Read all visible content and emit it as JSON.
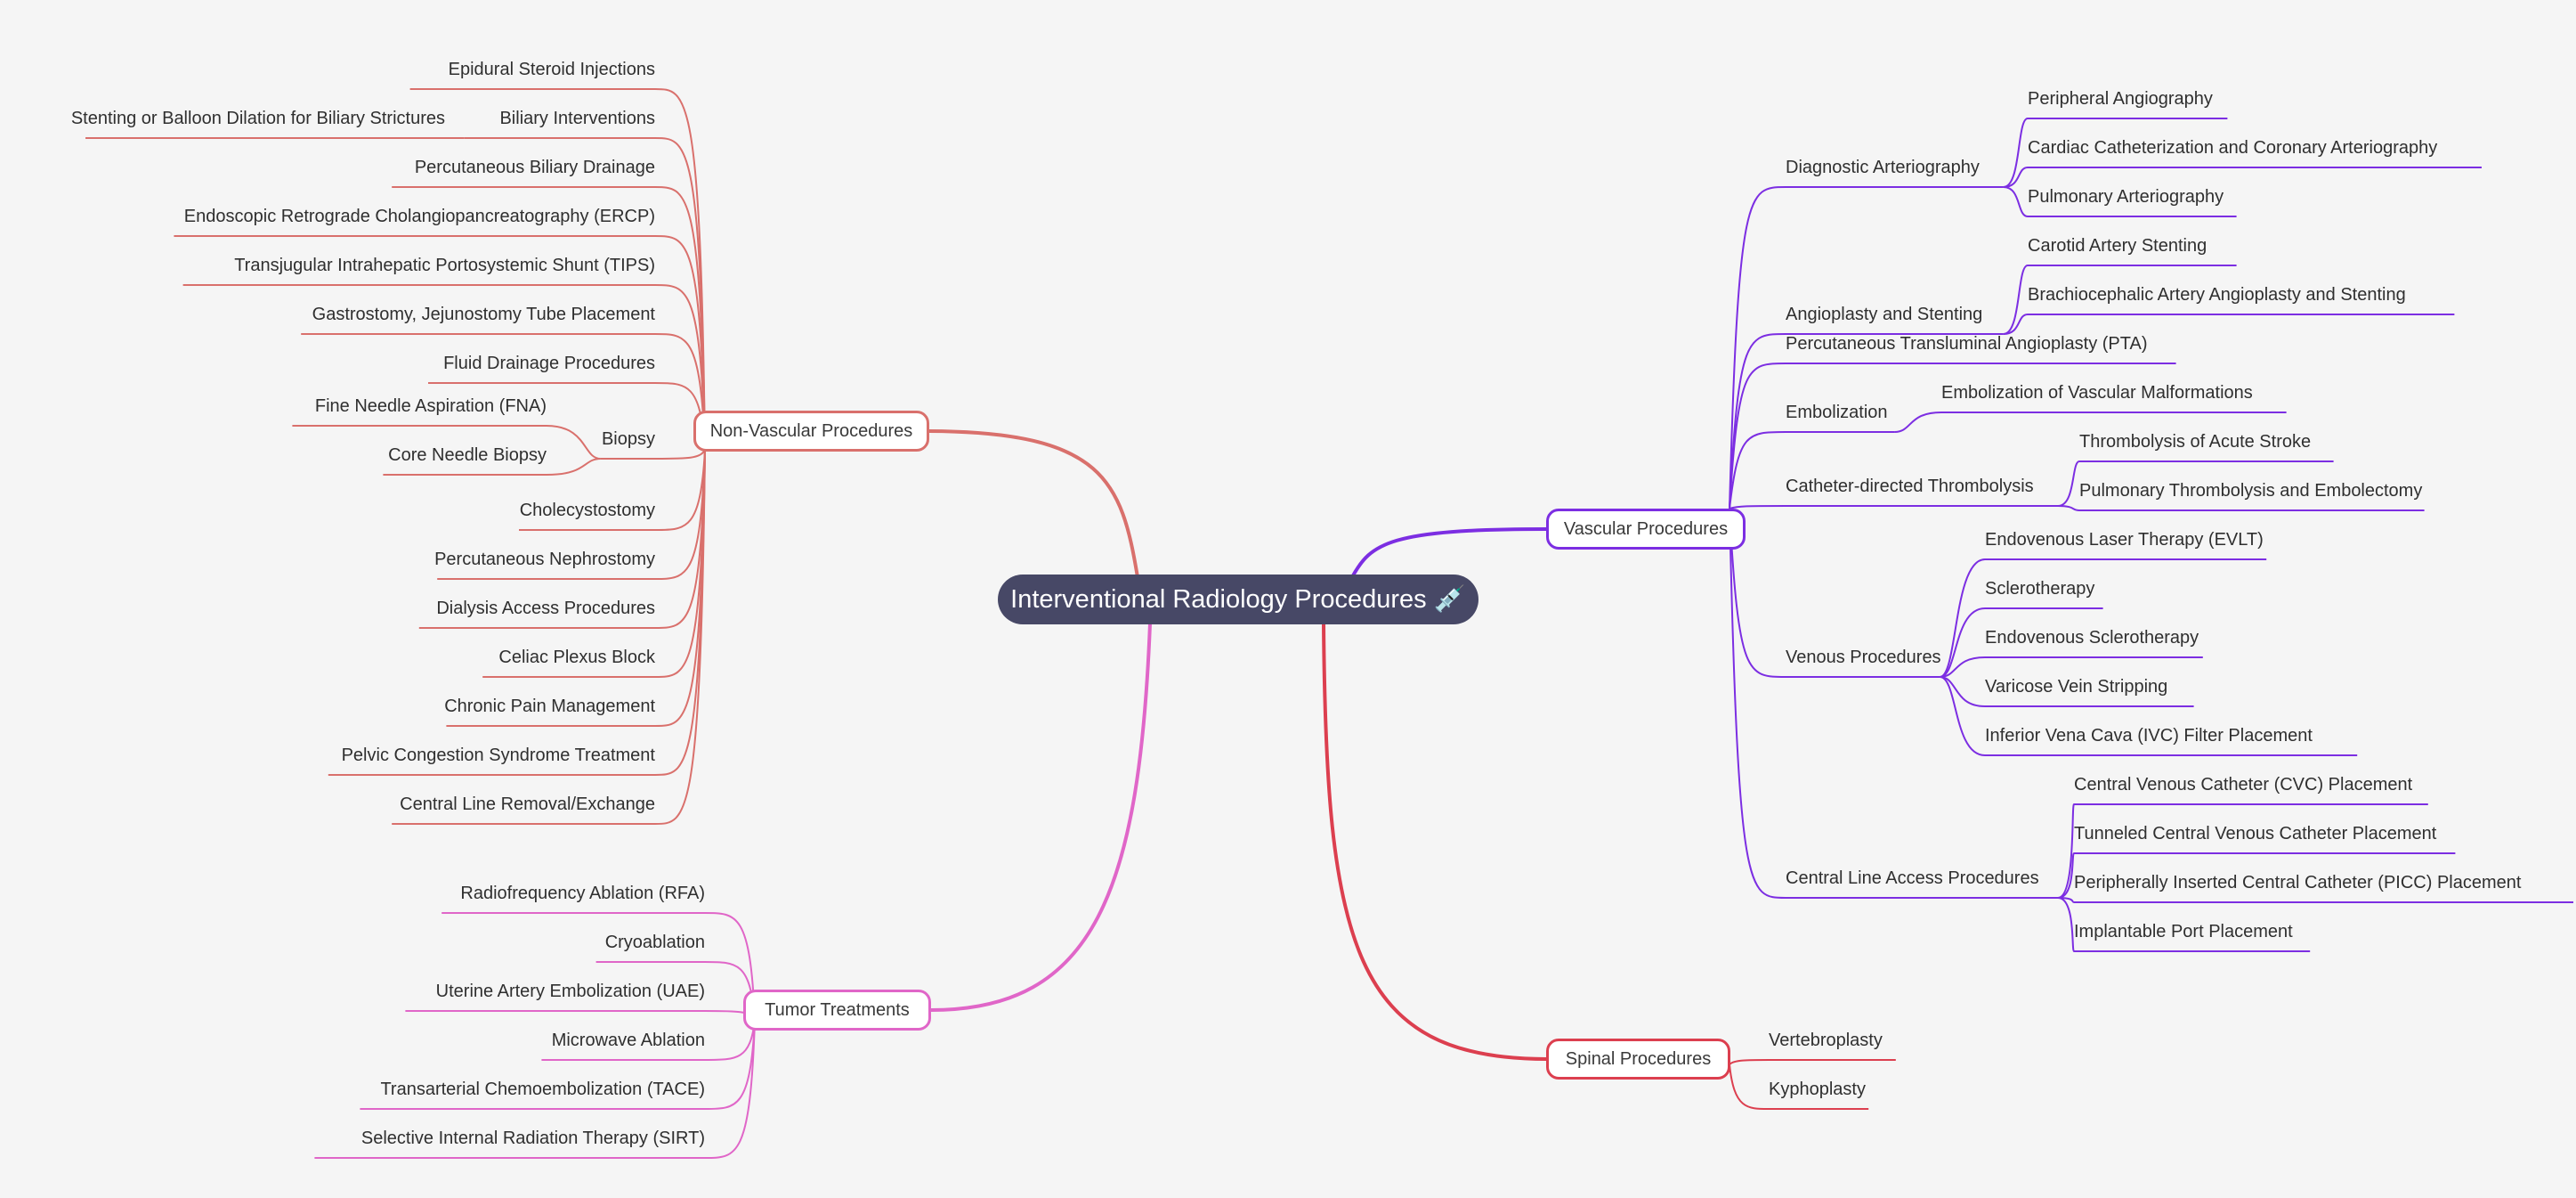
{
  "root": {
    "label": "Interventional Radiology Procedures 💉"
  },
  "colors": {
    "background": "#f5f5f5",
    "root_fill": "#474866",
    "vascular": "#7c2ee2",
    "non_vascular": "#d9706c",
    "tumor": "#e066c8",
    "spinal": "#dc3f4f"
  },
  "branches": {
    "vascular": {
      "label": "Vascular Procedures",
      "children": [
        {
          "label": "Diagnostic Arteriography",
          "children": [
            "Peripheral Angiography",
            "Cardiac Catheterization and Coronary Arteriography",
            "Pulmonary Arteriography"
          ]
        },
        {
          "label": "Angioplasty and Stenting",
          "children": [
            "Carotid Artery Stenting",
            "Brachiocephalic Artery Angioplasty and Stenting"
          ]
        },
        {
          "label": "Percutaneous Transluminal Angioplasty (PTA)",
          "children": []
        },
        {
          "label": "Embolization",
          "children": [
            "Embolization of Vascular Malformations"
          ]
        },
        {
          "label": "Catheter-directed Thrombolysis",
          "children": [
            "Thrombolysis of Acute Stroke",
            "Pulmonary Thrombolysis and Embolectomy"
          ]
        },
        {
          "label": "Venous Procedures",
          "children": [
            "Endovenous Laser Therapy (EVLT)",
            "Sclerotherapy",
            "Endovenous Sclerotherapy",
            "Varicose Vein Stripping",
            "Inferior Vena Cava (IVC) Filter Placement"
          ]
        },
        {
          "label": "Central Line Access Procedures",
          "children": [
            "Central Venous Catheter (CVC) Placement",
            "Tunneled Central Venous Catheter Placement",
            "Peripherally Inserted Central Catheter (PICC) Placement",
            "Implantable Port Placement"
          ]
        }
      ]
    },
    "non_vascular": {
      "label": "Non-Vascular Procedures",
      "children": [
        {
          "label": "Epidural Steroid Injections",
          "children": []
        },
        {
          "label": "Biliary Interventions",
          "children": [
            "Stenting or Balloon Dilation for Biliary Strictures"
          ]
        },
        {
          "label": "Percutaneous Biliary Drainage",
          "children": []
        },
        {
          "label": "Endoscopic Retrograde Cholangiopancreatography (ERCP)",
          "children": []
        },
        {
          "label": "Transjugular Intrahepatic Portosystemic Shunt (TIPS)",
          "children": []
        },
        {
          "label": "Gastrostomy, Jejunostomy Tube Placement",
          "children": []
        },
        {
          "label": "Fluid Drainage Procedures",
          "children": []
        },
        {
          "label": "Biopsy",
          "children": [
            "Fine Needle Aspiration (FNA)",
            "Core Needle Biopsy"
          ]
        },
        {
          "label": "Cholecystostomy",
          "children": []
        },
        {
          "label": "Percutaneous Nephrostomy",
          "children": []
        },
        {
          "label": "Dialysis Access Procedures",
          "children": []
        },
        {
          "label": "Celiac Plexus Block",
          "children": []
        },
        {
          "label": "Chronic Pain Management",
          "children": []
        },
        {
          "label": "Pelvic Congestion Syndrome Treatment",
          "children": []
        },
        {
          "label": "Central Line Removal/Exchange",
          "children": []
        }
      ]
    },
    "tumor": {
      "label": "Tumor Treatments",
      "children": [
        {
          "label": "Radiofrequency Ablation (RFA)",
          "children": []
        },
        {
          "label": "Cryoablation",
          "children": []
        },
        {
          "label": "Uterine Artery Embolization (UAE)",
          "children": []
        },
        {
          "label": "Microwave Ablation",
          "children": []
        },
        {
          "label": "Transarterial Chemoembolization (TACE)",
          "children": []
        },
        {
          "label": "Selective Internal Radiation Therapy (SIRT)",
          "children": []
        }
      ]
    },
    "spinal": {
      "label": "Spinal Procedures",
      "children": [
        {
          "label": "Vertebroplasty",
          "children": []
        },
        {
          "label": "Kyphoplasty",
          "children": []
        }
      ]
    }
  }
}
